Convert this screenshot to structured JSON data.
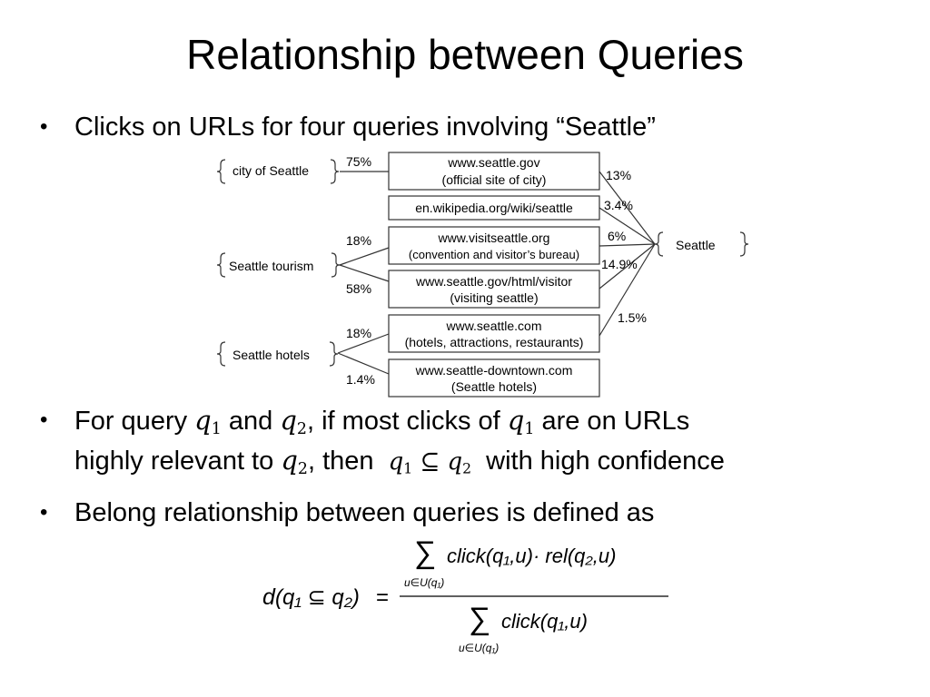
{
  "title": "Relationship between Queries",
  "bullet1": "Clicks on URLs for four queries involving “Seattle”",
  "diagram": {
    "queries": [
      "city of Seattle",
      "Seattle tourism",
      "Seattle hotels"
    ],
    "target_query": "Seattle",
    "urls": [
      {
        "line1": "www.seattle.gov",
        "line2": "(official site of city)"
      },
      {
        "line1": "en.wikipedia.org/wiki/seattle",
        "line2": ""
      },
      {
        "line1": "www.visitseattle.org",
        "line2": "(convention and visitor’s bureau)"
      },
      {
        "line1": "www.seattle.gov/html/visitor",
        "line2": "(visiting seattle)"
      },
      {
        "line1": "www.seattle.com",
        "line2": "(hotels, attractions, restaurants)"
      },
      {
        "line1": "www.seattle-downtown.com",
        "line2": "(Seattle hotels)"
      }
    ],
    "left_percents": [
      "75%",
      "18%",
      "58%",
      "18%",
      "1.4%"
    ],
    "right_percents": [
      "13%",
      "3.4%",
      "6%",
      "14.9%",
      "1.5%"
    ]
  },
  "bullet2": {
    "t1": "For query ",
    "q": "q",
    "s1": "1",
    "t2": " and ",
    "s2": "2",
    "t3": ", if most clicks of ",
    "t4": " are on URLs",
    "t5": "highly relevant to ",
    "t6": ", then ",
    "subset": "⊆",
    "t7": " with high confidence"
  },
  "bullet3": "Belong relationship between queries is defined as",
  "formula": {
    "lhs_d": "d",
    "eq": "=",
    "sum": "∑",
    "num_body": "click(q₁,u)· rel(q₂,u)",
    "den_body": "click(q₁,u)",
    "sum_index": "u∈U(q₁)",
    "lhs_inner": "(q₁ ⊆ q₂)"
  },
  "bullet_symbol": "•"
}
